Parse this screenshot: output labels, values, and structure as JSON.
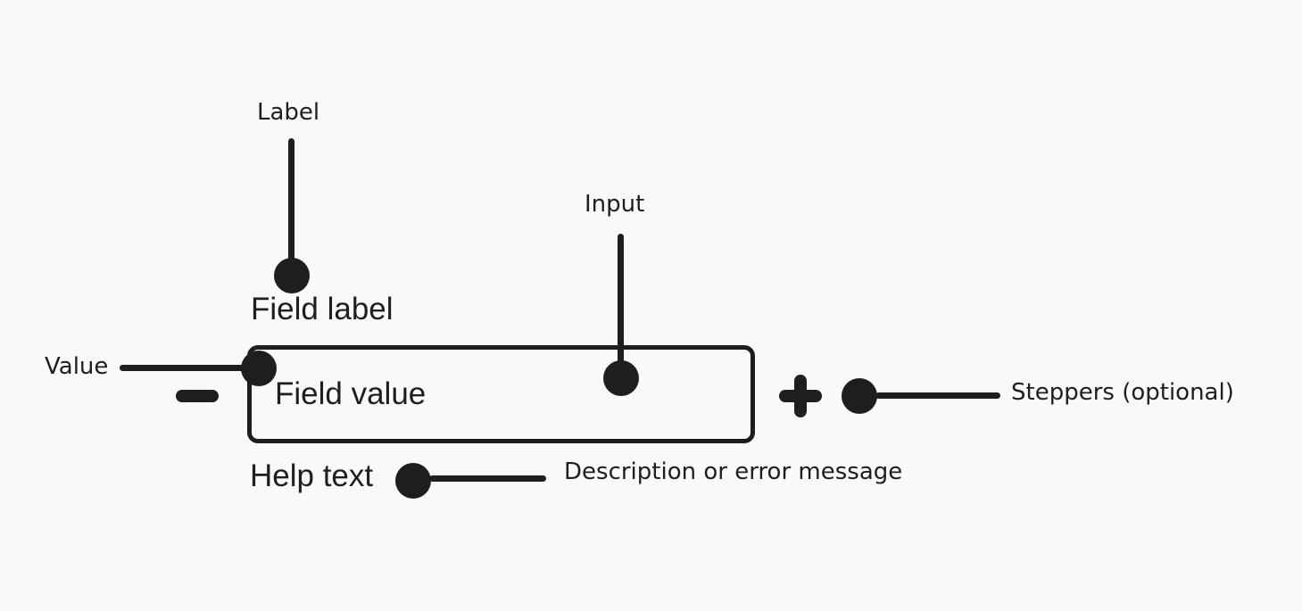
{
  "colors": {
    "ink": "#1d1e20",
    "background": "#f8f9fb"
  },
  "annotations": {
    "label": "Label",
    "input": "Input",
    "value": "Value",
    "steppers": "Steppers (optional)",
    "help": "Description or error message"
  },
  "component": {
    "field_label": "Field label",
    "field_value": "Field value",
    "help_text": "Help text",
    "icons": {
      "decrement": "minus-icon",
      "increment": "plus-icon"
    }
  }
}
